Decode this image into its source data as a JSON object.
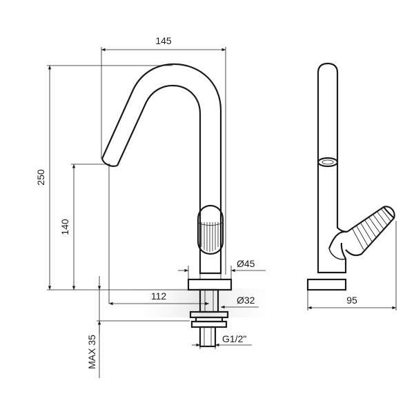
{
  "dimensions": {
    "width_145": "145",
    "height_250": "250",
    "spout_height_140": "140",
    "reach_112": "112",
    "base_dia_45": "Ø45",
    "shank_dia_32": "Ø32",
    "thread_g12": "G1/2\"",
    "max_35": "MAX 35",
    "side_depth_95": "95"
  },
  "colors": {
    "line": "#1a1a1a",
    "background": "#ffffff",
    "shade": "#e8e8e8"
  }
}
